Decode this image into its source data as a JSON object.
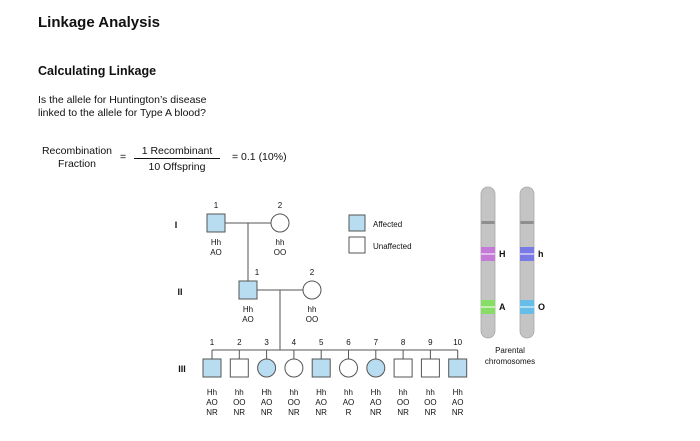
{
  "title": "Linkage Analysis",
  "subtitle": "Calculating Linkage",
  "question": [
    "Is the allele for Huntington’s disease",
    "linked to the allele for Type A blood?"
  ],
  "equation": {
    "lhs": [
      "Recombination",
      "Fraction"
    ],
    "equals": "=",
    "numerator": "1 Recombinant",
    "denominator": "10 Offspring",
    "result": "= 0.1 (10%)"
  },
  "legend": {
    "affected": "Affected",
    "unaffected": "Unaffected"
  },
  "colors": {
    "affected": "#b8dcf0",
    "stroke": "#555555",
    "chromosome": "#c4c4c4",
    "H": "#c47ad6",
    "h": "#7a7ae6",
    "A": "#88dd66",
    "O": "#66bde8"
  },
  "generations": {
    "I": {
      "label": "I",
      "members": [
        {
          "num": "1",
          "sex": "male",
          "affected": true,
          "genotype": [
            "Hh",
            "AO"
          ]
        },
        {
          "num": "2",
          "sex": "female",
          "affected": false,
          "genotype": [
            "hh",
            "OO"
          ]
        }
      ]
    },
    "II": {
      "label": "II",
      "members": [
        {
          "num": "1",
          "sex": "male",
          "affected": true,
          "genotype": [
            "Hh",
            "AO"
          ]
        },
        {
          "num": "2",
          "sex": "female",
          "affected": false,
          "genotype": [
            "hh",
            "OO"
          ]
        }
      ]
    },
    "III": {
      "label": "III",
      "members": [
        {
          "num": "1",
          "sex": "male",
          "affected": true,
          "genotype": [
            "Hh",
            "AO",
            "NR"
          ]
        },
        {
          "num": "2",
          "sex": "male",
          "affected": false,
          "genotype": [
            "hh",
            "OO",
            "NR"
          ]
        },
        {
          "num": "3",
          "sex": "female",
          "affected": true,
          "genotype": [
            "Hh",
            "AO",
            "NR"
          ]
        },
        {
          "num": "4",
          "sex": "female",
          "affected": false,
          "genotype": [
            "hh",
            "OO",
            "NR"
          ]
        },
        {
          "num": "5",
          "sex": "male",
          "affected": true,
          "genotype": [
            "Hh",
            "AO",
            "NR"
          ]
        },
        {
          "num": "6",
          "sex": "female",
          "affected": false,
          "genotype": [
            "hh",
            "AO",
            "R"
          ]
        },
        {
          "num": "7",
          "sex": "female",
          "affected": true,
          "genotype": [
            "Hh",
            "AO",
            "NR"
          ]
        },
        {
          "num": "8",
          "sex": "male",
          "affected": false,
          "genotype": [
            "hh",
            "OO",
            "NR"
          ]
        },
        {
          "num": "9",
          "sex": "male",
          "affected": false,
          "genotype": [
            "hh",
            "OO",
            "NR"
          ]
        },
        {
          "num": "10",
          "sex": "male",
          "affected": true,
          "genotype": [
            "Hh",
            "AO",
            "NR"
          ]
        }
      ]
    }
  },
  "chromosomes": {
    "caption": [
      "Parental",
      "chromosomes"
    ],
    "left": {
      "top_allele": "H",
      "bottom_allele": "A"
    },
    "right": {
      "top_allele": "h",
      "bottom_allele": "O"
    }
  }
}
